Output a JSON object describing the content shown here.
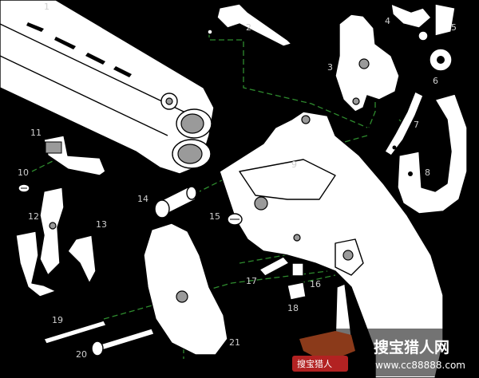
{
  "diagram": {
    "part_labels": [
      {
        "id": "label-1",
        "text": "1"
      },
      {
        "id": "label-2",
        "text": "2"
      },
      {
        "id": "label-3",
        "text": "3"
      },
      {
        "id": "label-4",
        "text": "4"
      },
      {
        "id": "label-5",
        "text": "5"
      },
      {
        "id": "label-6",
        "text": "6"
      },
      {
        "id": "label-7",
        "text": "7"
      },
      {
        "id": "label-8",
        "text": "8"
      },
      {
        "id": "label-9",
        "text": "9"
      },
      {
        "id": "label-10",
        "text": "10"
      },
      {
        "id": "label-11",
        "text": "11"
      },
      {
        "id": "label-12",
        "text": "12"
      },
      {
        "id": "label-13",
        "text": "13"
      },
      {
        "id": "label-14",
        "text": "14"
      },
      {
        "id": "label-15",
        "text": "15"
      },
      {
        "id": "label-16",
        "text": "16"
      },
      {
        "id": "label-17",
        "text": "17"
      },
      {
        "id": "label-18",
        "text": "18"
      },
      {
        "id": "label-19",
        "text": "19"
      },
      {
        "id": "label-20",
        "text": "20"
      },
      {
        "id": "label-21",
        "text": "21"
      }
    ]
  },
  "watermark": {
    "site_name": "搜宝猎人网",
    "url": "www.cc88888.com",
    "badge": "搜宝猎人"
  },
  "colors": {
    "background": "#000000",
    "guide_lines": "#2e8b2e",
    "parts": "#ffffff",
    "shading": "#9a9a9a"
  }
}
